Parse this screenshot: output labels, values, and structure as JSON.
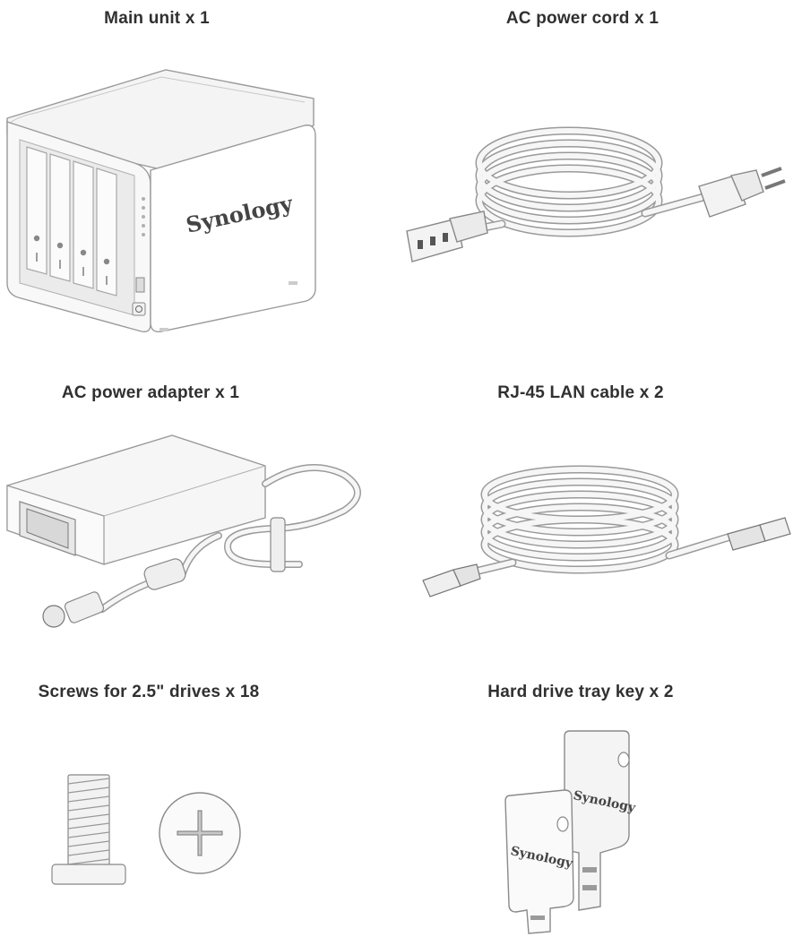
{
  "items": [
    {
      "label": "Main unit x 1",
      "icon": "nas-main-unit-icon"
    },
    {
      "label": "AC power cord x 1",
      "icon": "ac-power-cord-icon"
    },
    {
      "label": "AC power adapter x 1",
      "icon": "ac-power-adapter-icon"
    },
    {
      "label": "RJ-45 LAN cable x 2",
      "icon": "rj45-lan-cable-icon"
    },
    {
      "label": "Screws for 2.5\" drives x 18",
      "icon": "screw-icon"
    },
    {
      "label": "Hard drive tray key x 2",
      "icon": "drive-tray-key-icon"
    }
  ],
  "brand": {
    "unit_logo": "Synology",
    "key_logo": "Synology"
  }
}
